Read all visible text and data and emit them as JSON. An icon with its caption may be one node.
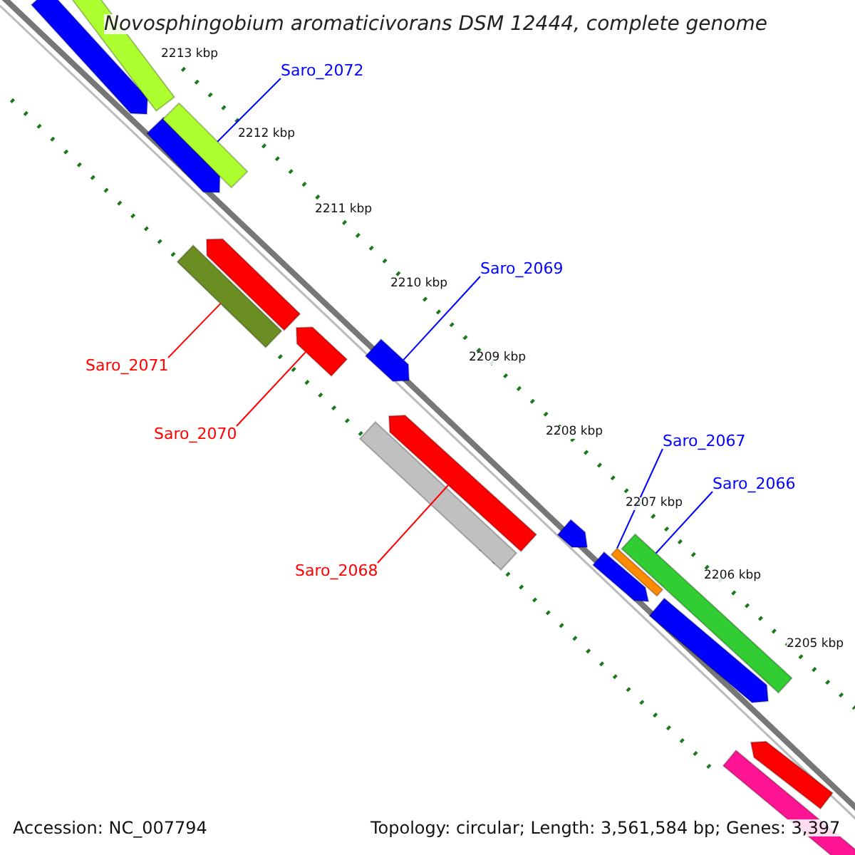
{
  "diagram": {
    "title": "Novosphingobium aromaticivorans DSM 12444, complete genome",
    "nodes": [
      {
        "text": [
          "Saro_2072"
        ]
      },
      {
        "text": [
          "Saro_2069"
        ]
      },
      {
        "text": [
          "Saro_2071"
        ]
      },
      {
        "text": [
          "Saro_2070"
        ]
      },
      {
        "text": [
          "Saro_2068"
        ]
      },
      {
        "text": [
          "Saro_2067"
        ]
      },
      {
        "text": [
          "Saro_2066"
        ]
      },
      {
        "text": [],
        "shape": "bar"
      },
      {
        "text": [],
        "shape": "bar"
      },
      {
        "text": [],
        "shape": "bar"
      },
      {
        "text": [],
        "shape": "bar"
      },
      {
        "text": [],
        "shape": "bar"
      },
      {
        "text": [],
        "shape": "bar"
      },
      {
        "text": [],
        "shape": "bar"
      },
      {
        "text": [],
        "shape": "bar"
      },
      {
        "text": [],
        "shape": "bar"
      },
      {
        "text": [],
        "shape": "bar"
      },
      {
        "text": [],
        "shape": "bar"
      },
      {
        "text": [],
        "shape": "bar"
      },
      {
        "text": [],
        "shape": "bar"
      },
      {
        "text": [],
        "shape": "bar"
      },
      {
        "text": [],
        "shape": "bar"
      },
      {
        "text": [],
        "shape": "bar"
      },
      {
        "text": [],
        "shape": "bar"
      }
    ],
    "edges": [
      {
        "from": 0,
        "to": 10,
        "arrow": "none"
      },
      {
        "from": 1,
        "to": 14,
        "arrow": "none"
      },
      {
        "from": 2,
        "to": 12,
        "arrow": "none",
        "color": "#ff0000"
      },
      {
        "from": 3,
        "to": 13,
        "arrow": "none",
        "color": "#ff0000"
      },
      {
        "from": 4,
        "to": 15,
        "arrow": "none",
        "color": "#ff0000"
      },
      {
        "from": 5,
        "to": 18,
        "arrow": "none"
      },
      {
        "from": 6,
        "to": 19,
        "arrow": "none"
      }
    ],
    "labels": [
      "2213 kbp",
      "2212 kbp",
      "2211 kbp",
      "2210 kbp",
      "2209 kbp",
      "2208 kbp",
      "2207 kbp",
      "2206 kbp",
      "2205 kbp",
      "Accession: NC_007794",
      "Topology: circular; Length: 3,561,584 bp; Genes: 3,397"
    ]
  }
}
